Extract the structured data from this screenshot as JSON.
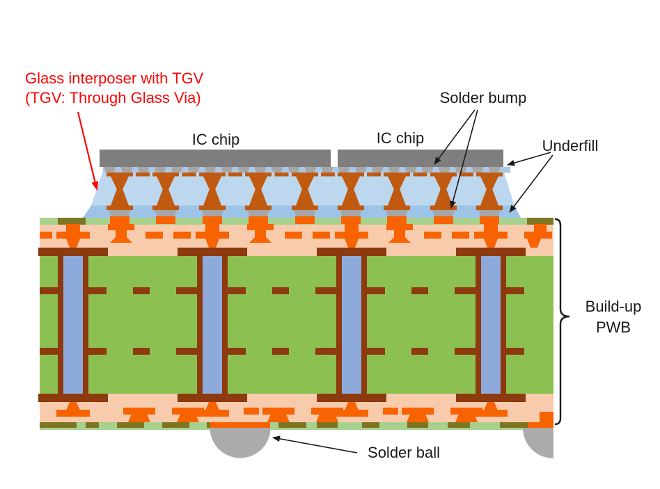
{
  "note": {
    "line1": "Glass interposer with TGV",
    "line2": "(TGV: Through Glass Via)"
  },
  "labels": {
    "ic_chip_left": "IC chip",
    "ic_chip_right": "IC chip",
    "solder_bump": "Solder bump",
    "underfill": "Underfill",
    "buildup_line1": "Build-up",
    "buildup_line2": "PWB",
    "solder_ball": "Solder ball"
  },
  "colors": {
    "chip_gray": "#7E7E7E",
    "bump_gray": "#A6A6A6",
    "ball_gray": "#ABABAB",
    "glass_blue": "#BDD7EE",
    "underfill_blue": "#9DC3E6",
    "chip_underfill_blue": "#ADC8E6",
    "copper_dark": "#C05A11",
    "copper_bright": "#F76300",
    "peach": "#F8CBAD",
    "core_green": "#8CC152",
    "resist_green": "#A9D18E",
    "olive": "#7E7522",
    "core_brown": "#8C3A0E",
    "via_blue": "#8EAADB",
    "annotation_red": "#FB0505",
    "annotation_black": "#1A1A1A"
  }
}
